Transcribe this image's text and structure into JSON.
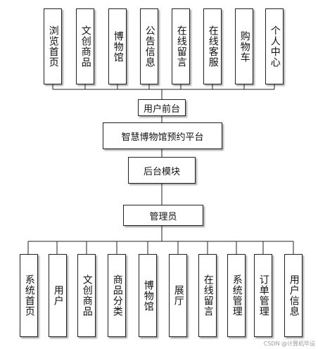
{
  "diagram": {
    "front_modules": [
      "浏览首页",
      "文创商品",
      "博物馆",
      "公告信息",
      "在线留言",
      "在线客服",
      "购物车",
      "个人中心"
    ],
    "user_front": "用户前台",
    "platform": "智慧博物馆预约平台",
    "backend": "后台模块",
    "admin": "管理员",
    "admin_modules": [
      "系统首页",
      "用户",
      "文创商品",
      "商品分类",
      "博物馆",
      "展厅",
      "在线留言",
      "系统管理",
      "订单管理",
      "用户信息"
    ]
  },
  "watermark": "CSDN @计算机毕设"
}
